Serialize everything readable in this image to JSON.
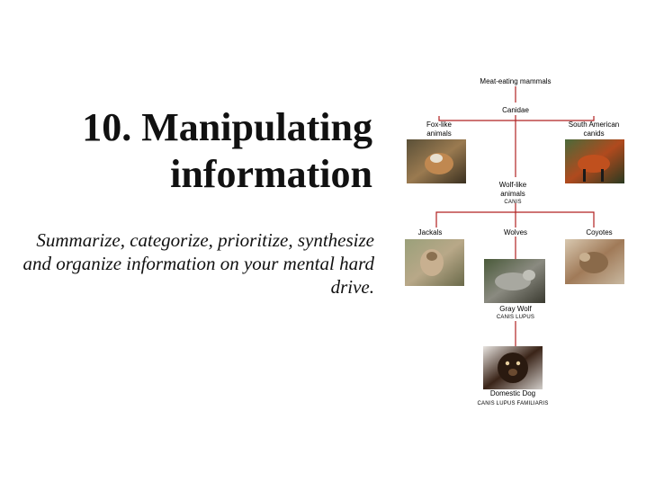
{
  "slide": {
    "title_line1": "10. Manipulating",
    "title_line2": "information",
    "subtitle": "Summarize, categorize, prioritize, synthesize and organize information on your mental hard drive."
  },
  "tree": {
    "root": "Meat-eating mammals",
    "family": "Canidae",
    "fox_like": [
      "Fox-like",
      "animals"
    ],
    "south_american": [
      "South American",
      "canids"
    ],
    "wolf_like": [
      "Wolf-like",
      "animals"
    ],
    "wolf_like_sci": "CANIS",
    "jackals": "Jackals",
    "wolves": "Wolves",
    "coyotes": "Coyotes",
    "gray_wolf": "Gray Wolf",
    "gray_wolf_sci": "CANIS LUPUS",
    "domestic_dog": "Domestic Dog",
    "domestic_dog_sci": "CANIS LUPUS FAMILIARIS"
  },
  "colors": {
    "line": "#b02020",
    "text": "#111111"
  }
}
